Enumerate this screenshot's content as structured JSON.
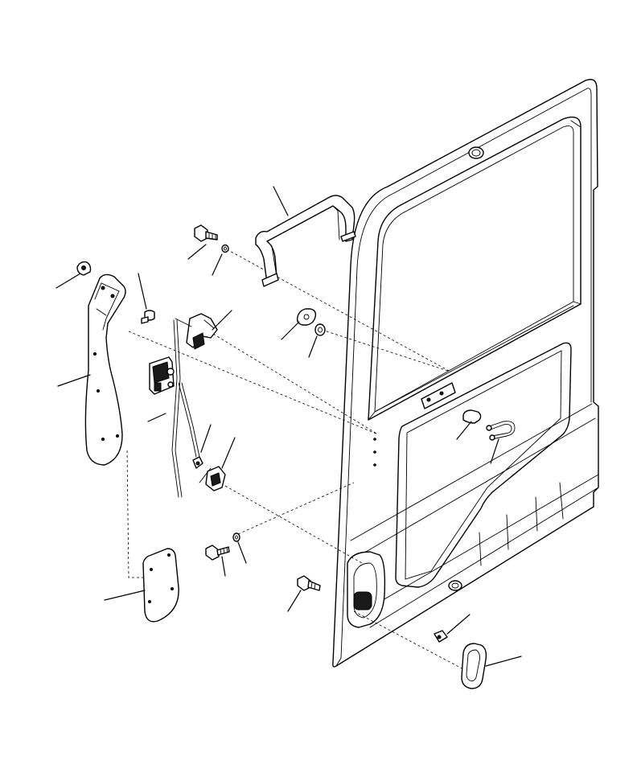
{
  "diagram": {
    "view": "exploded-assembly",
    "parts": [
      {
        "id": "door-panel",
        "icon": "door-panel-icon"
      },
      {
        "id": "grab-handle",
        "icon": "handle-bracket-icon"
      },
      {
        "id": "bolt-upper",
        "icon": "bolt-icon"
      },
      {
        "id": "washer-upper",
        "icon": "washer-icon"
      },
      {
        "id": "striker-plate",
        "icon": "plate-icon"
      },
      {
        "id": "grommet",
        "icon": "grommet-icon"
      },
      {
        "id": "clip-top",
        "icon": "clip-icon"
      },
      {
        "id": "screw-small",
        "icon": "screw-icon"
      },
      {
        "id": "lock-assembly",
        "icon": "door-lock-icon"
      },
      {
        "id": "lock-rod",
        "icon": "rod-icon"
      },
      {
        "id": "cover-upper",
        "icon": "cover-panel-icon"
      },
      {
        "id": "cover-lower",
        "icon": "cover-panel-icon"
      },
      {
        "id": "clip-small",
        "icon": "clip-icon"
      },
      {
        "id": "latch-lower",
        "icon": "latch-icon"
      },
      {
        "id": "bolt-lower",
        "icon": "bolt-icon"
      },
      {
        "id": "washer-lower",
        "icon": "washer-icon"
      },
      {
        "id": "bolt-handle",
        "icon": "bolt-icon"
      },
      {
        "id": "plate-window",
        "icon": "plate-icon"
      },
      {
        "id": "u-bolt",
        "icon": "u-bolt-icon"
      },
      {
        "id": "clip-handle",
        "icon": "clip-icon"
      },
      {
        "id": "outside-handle",
        "icon": "door-handle-icon"
      }
    ]
  }
}
